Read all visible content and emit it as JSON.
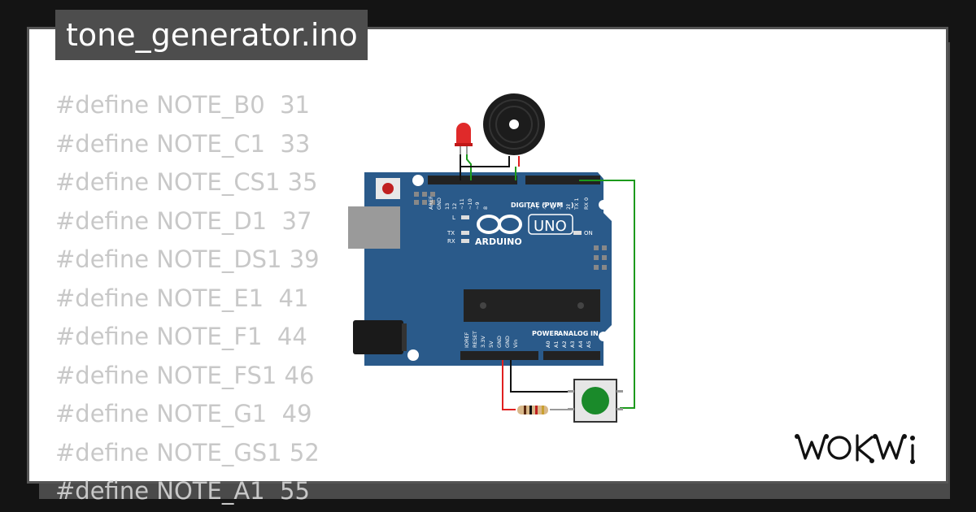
{
  "file": {
    "title": "tone_generator.ino"
  },
  "code_lines": [
    "#define NOTE_B0  31",
    "#define NOTE_C1  33",
    "#define NOTE_CS1 35",
    "#define NOTE_D1  37",
    "#define NOTE_DS1 39",
    "#define NOTE_E1  41",
    "#define NOTE_F1  44",
    "#define NOTE_FS1 46",
    "#define NOTE_G1  49",
    "#define NOTE_GS1 52",
    "#define NOTE_A1  55"
  ],
  "board": {
    "name": "UNO",
    "brand": "ARDUINO",
    "digital_label": "DIGITAL (PWM ~)",
    "power_label": "POWER",
    "analog_label": "ANALOG IN",
    "led_l": "L",
    "led_tx": "TX",
    "led_rx": "RX",
    "led_on": "ON",
    "top_pins": [
      "AREF",
      "GND",
      "13",
      "12",
      "~11",
      "~10",
      "~9",
      "8",
      "7",
      "~6",
      "~5",
      "4",
      "~3",
      "2",
      "TX 1",
      "RX 0"
    ],
    "bottom_pins": [
      "IOREF",
      "RESET",
      "3.3V",
      "5V",
      "GND",
      "GND",
      "Vin",
      "A0",
      "A1",
      "A2",
      "A3",
      "A4",
      "A5"
    ]
  },
  "brand_logo": "WOKWi",
  "colors": {
    "board": "#2a5a8a",
    "wire_red": "#e02020",
    "wire_green": "#1c9a1c",
    "wire_black": "#111111",
    "button": "#1a8a2a",
    "led": "#e02a2a"
  },
  "icons": [
    "buzzer-icon",
    "led-icon",
    "push-button-icon",
    "resistor-icon"
  ]
}
